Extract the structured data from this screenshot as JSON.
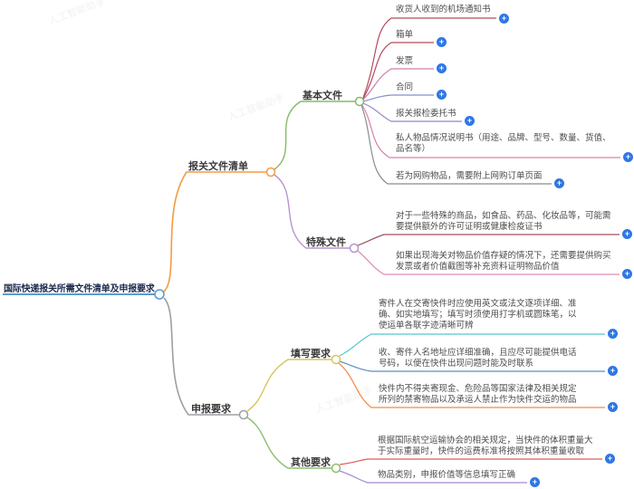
{
  "root": {
    "label": "国际快递报关所需文件清单及申报要求"
  },
  "branches": {
    "docs": {
      "label": "报关文件清单"
    },
    "basic": {
      "label": "基本文件"
    },
    "special": {
      "label": "特殊文件"
    },
    "declare": {
      "label": "申报要求"
    },
    "filling": {
      "label": "填写要求"
    },
    "other": {
      "label": "其他要求"
    }
  },
  "leaves": {
    "basic": [
      {
        "text": "收货人收到的机场通知书"
      },
      {
        "text": "箱单"
      },
      {
        "text": "发票"
      },
      {
        "text": "合同"
      },
      {
        "text": "报关报检委托书"
      },
      {
        "text": "私人物品情况说明书（用途、品牌、型号、数量、货值、品名等）"
      },
      {
        "text": "若为网购物品，需要附上网购订单页面"
      }
    ],
    "special": [
      {
        "text": "对于一些特殊的商品，如食品、药品、化妆品等，可能需要提供额外的许可证明或健康检疫证书"
      },
      {
        "text": "如果出现海关对物品价值存疑的情况下，还需要提供购买发票或者价值截图等补充资料证明物品价值"
      }
    ],
    "filling": [
      {
        "text": "寄件人在交寄快件时应使用英文或法文逐项详细、准确、如实地填写；填写时须使用打字机或圆珠笔，以使运单各联字迹清晰可辨"
      },
      {
        "text": "收、寄件人名地址应详细准确，且应尽可能提供电话号码，以便在快件出现问题时能及时联系"
      },
      {
        "text": "快件内不得夹寄现金、危险品等国家法律及相关规定所列的禁寄物品以及承运人禁止作为快件交运的物品"
      }
    ],
    "other": [
      {
        "text": "根据国际航空运输协会的相关规定，当快件的体积重量大于实际重量时，快件的运费标准将按照其体积重量收取"
      },
      {
        "text": "物品类别，申报价值等信息填写正确"
      }
    ]
  },
  "icons": {
    "add": "+"
  },
  "watermark": {
    "text": "人工智能助手"
  },
  "colors": {
    "root_line": "#5b9bd5",
    "root_text": "#1c2b4d",
    "branch_docs": "#f59b42",
    "branch_declare": "#9aa0a6",
    "branch_basic": "#85bb65",
    "branch_special": "#b895cc",
    "branch_filling": "#d6c65c",
    "branch_other": "#8fbe70",
    "leaf_basic_0": "#b44a5e",
    "leaf_basic_1": "#b44a5e",
    "leaf_basic_2": "#cf7fa6",
    "leaf_basic_3": "#8590cb",
    "leaf_basic_4": "#9b85c8",
    "leaf_basic_5": "#db7fae",
    "leaf_basic_6": "#8c8c8c",
    "leaf_special_0": "#a05260",
    "leaf_special_1": "#dd8ab5",
    "leaf_filling_0": "#53c6cc",
    "leaf_filling_1": "#5a8fc4",
    "leaf_filling_2": "#f08a45",
    "leaf_other_0": "#e05b5b",
    "leaf_other_1": "#a787cb",
    "add_button": "#2e77e5"
  }
}
